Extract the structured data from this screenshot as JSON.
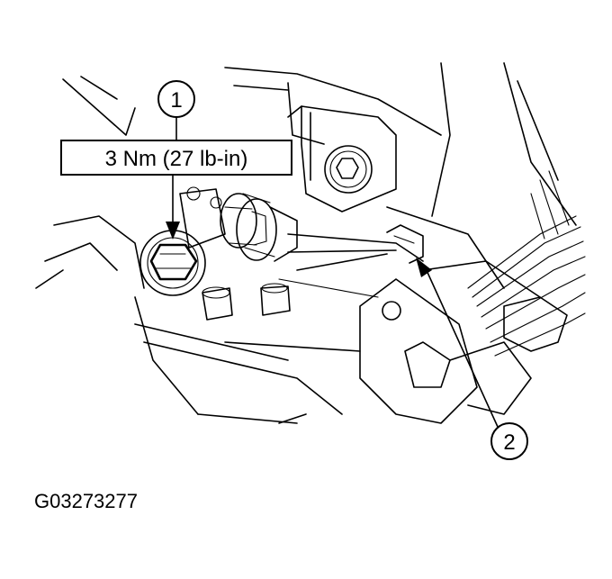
{
  "diagram": {
    "callouts": [
      {
        "id": "1",
        "label": "1"
      },
      {
        "id": "2",
        "label": "2"
      }
    ],
    "torque_spec": "3 Nm (27 lb-in)",
    "figure_id": "G03273277"
  },
  "colors": {
    "line": "#000000",
    "background": "#ffffff"
  }
}
